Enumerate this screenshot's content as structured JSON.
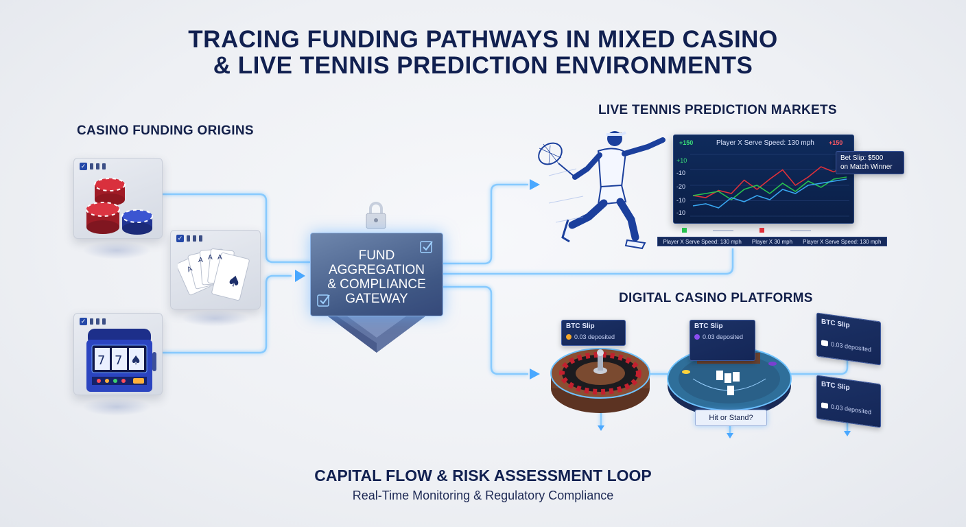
{
  "title": {
    "line1": "TRACING FUNDING PATHWAYS IN MIXED CASINO",
    "line2": "& LIVE TENNIS PREDICTION ENVIRONMENTS"
  },
  "sections": {
    "casino_origins": "CASINO FUNDING ORIGINS",
    "tennis_markets": "LIVE TENNIS PREDICTION MARKETS",
    "digital_platforms": "DIGITAL CASINO PLATFORMS"
  },
  "gateway": {
    "line1": "FUND",
    "line2": "AGGREGATION",
    "line3": "& COMPLIANCE",
    "line4": "GATEWAY"
  },
  "tennis_chart": {
    "header": "Player X Serve Speed: 130 mph",
    "top_left_badge": "+150",
    "top_right_badge": "+150",
    "y_ticks": [
      "+10",
      "-10",
      "-20",
      "-10",
      "-10"
    ],
    "bet_slip_line1": "Bet Slip: $500",
    "bet_slip_line2": "on Match Winner",
    "legend_items": [
      "Player X Serve Speed: 130 mph",
      "Player X 30 mph",
      "Player X Serve Speed: 130 mph"
    ]
  },
  "chart_data": {
    "type": "line",
    "x": [
      0,
      1,
      2,
      3,
      4,
      5,
      6,
      7,
      8,
      9,
      10,
      11,
      12
    ],
    "series": [
      {
        "values": [
          -20,
          -22,
          -15,
          -18,
          -5,
          -14,
          -4,
          5,
          -10,
          -2,
          8,
          3,
          10
        ]
      },
      {
        "values": [
          -20,
          -18,
          -16,
          -24,
          -14,
          -10,
          -18,
          -8,
          -16,
          -6,
          -12,
          -4,
          -2
        ]
      },
      {
        "values": [
          -30,
          -28,
          -32,
          -22,
          -26,
          -20,
          -24,
          -14,
          -18,
          -10,
          -8,
          -6,
          -4
        ]
      }
    ],
    "colors": [
      "#e0303a",
      "#27c24f",
      "#38a6f0"
    ],
    "ylim": [
      -40,
      20
    ]
  },
  "slips": {
    "roulette_title": "BTC Slip",
    "roulette_amount": "0.03 deposited",
    "blackjack_title": "BTC Slip",
    "blackjack_amount": "0.03 deposited",
    "right_top_title": "BTC Slip",
    "right_top_amount": "0.03 deposited",
    "right_bottom_title": "BTC Slip",
    "right_bottom_amount": "0.03 deposited",
    "hit_or_stand": "Hit or Stand?"
  },
  "bottom": {
    "title": "CAPITAL FLOW & RISK ASSESSMENT LOOP",
    "subtitle": "Real-Time Monitoring & Regulatory Compliance"
  },
  "colors": {
    "navy": "#112050",
    "flow": "#56b4ff",
    "chip_red": "#c2202e",
    "chip_blue": "#2a3fb0"
  },
  "icons": [
    "poker-chips-icon",
    "playing-cards-icon",
    "slot-machine-icon",
    "padlock-icon",
    "tennis-player-icon",
    "roulette-wheel-icon",
    "blackjack-table-icon"
  ]
}
